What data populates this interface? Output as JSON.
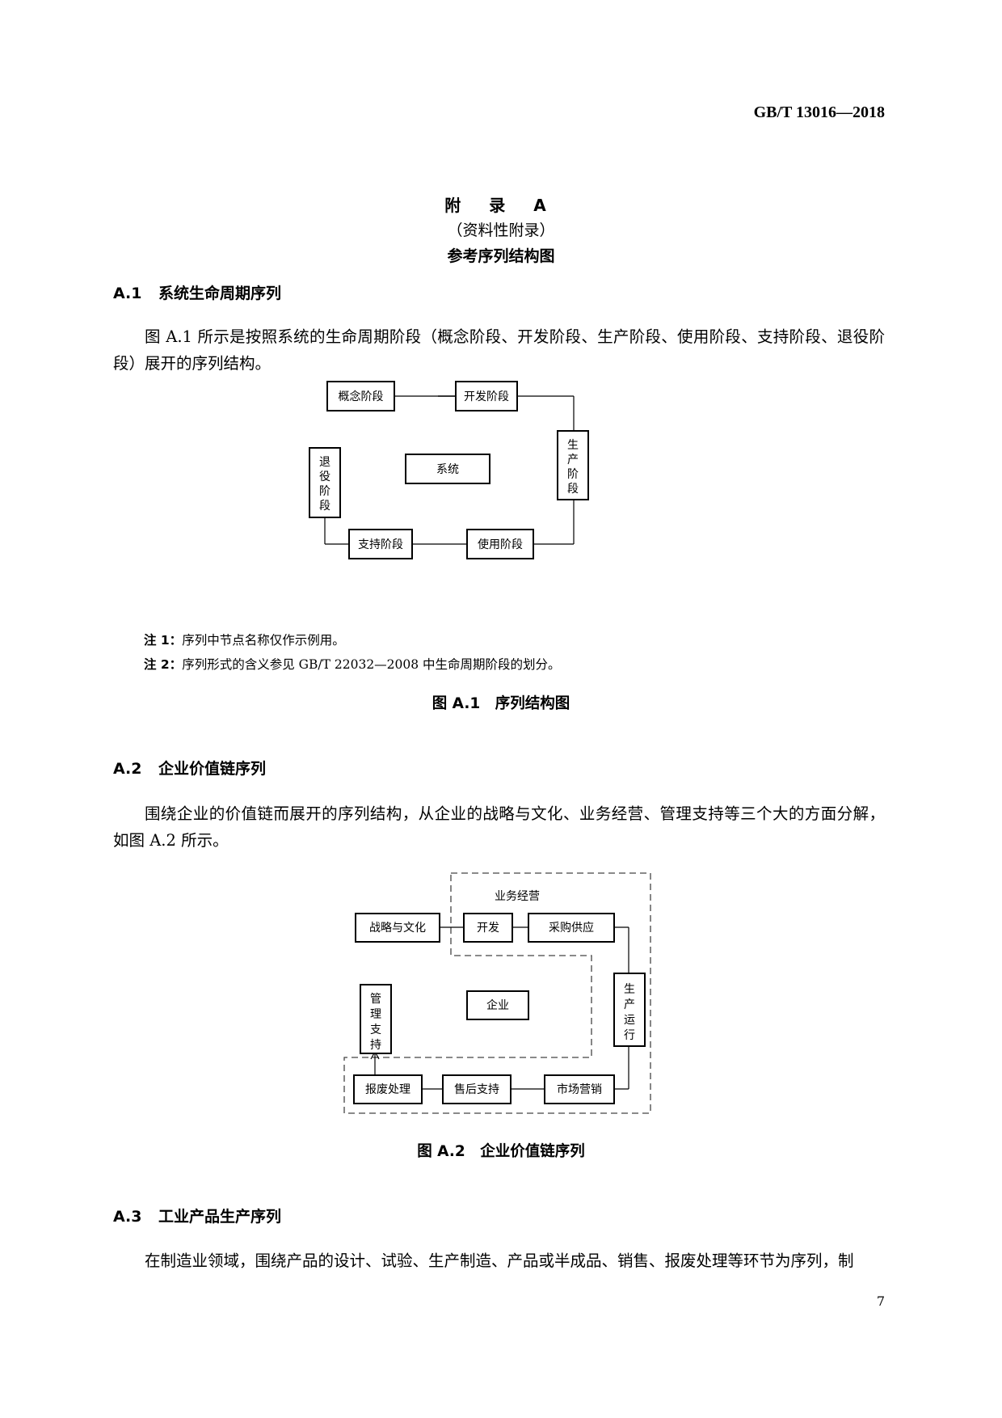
{
  "header": {
    "standard_code": "GB/T 13016—2018"
  },
  "annex": {
    "title": "附  录  A",
    "subtitle": "（资料性附录）",
    "name": "参考序列结构图"
  },
  "sections": [
    {
      "num": "A.1",
      "title": "系统生命周期序列",
      "text": "图 A.1 所示是按照系统的生命周期阶段（概念阶段、开发阶段、生产阶段、使用阶段、支持阶段、退役阶段）展开的序列结构。"
    },
    {
      "num": "A.2",
      "title": "企业价值链序列",
      "text": "围绕企业的价值链而展开的序列结构，从企业的战略与文化、业务经营、管理支持等三个大的方面分解，如图 A.2 所示。"
    },
    {
      "num": "A.3",
      "title": "工业产品生产序列",
      "text": "在制造业领域，围绕产品的设计、试验、生产制造、产品或半成品、销售、报废处理等环节为序列，制"
    }
  ],
  "figure1": {
    "nodes": {
      "concept": "概念阶段",
      "develop": "开发阶段",
      "production": [
        "生",
        "产",
        "阶",
        "段"
      ],
      "use": "使用阶段",
      "support": "支持阶段",
      "retire": [
        "退",
        "役",
        "阶",
        "段"
      ],
      "center": "系统"
    },
    "notes": [
      {
        "label": "注 1：",
        "text": "序列中节点名称仅作示例用。"
      },
      {
        "label": "注 2：",
        "text": "序列形式的含义参见 GB/T 22032—2008 中生命周期阶段的划分。"
      }
    ],
    "caption": "图 A.1　序列结构图"
  },
  "figure2": {
    "group_label": "业务经营",
    "nodes": {
      "strategy": "战略与文化",
      "develop": "开发",
      "procure": "采购供应",
      "operation": [
        "生",
        "产",
        "运",
        "行"
      ],
      "management": [
        "管",
        "理",
        "支",
        "持"
      ],
      "center": "企业",
      "scrap": "报废处理",
      "aftersale": "售后支持",
      "marketing": "市场营销"
    },
    "caption": "图 A.2　企业价值链序列"
  },
  "footer": {
    "page_number": "7"
  }
}
